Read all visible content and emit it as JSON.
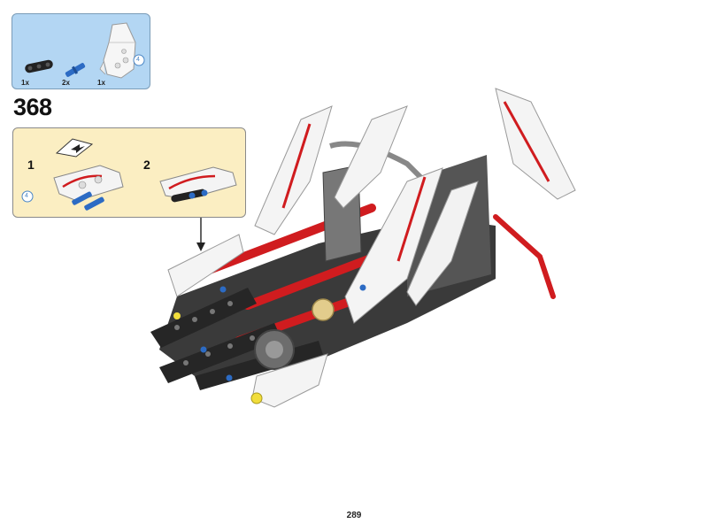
{
  "parts_list": {
    "items": [
      {
        "name": "black-beam",
        "qty": "1x"
      },
      {
        "name": "blue-pin",
        "qty": "2x"
      },
      {
        "name": "white-panel",
        "qty": "1x"
      }
    ],
    "callout_number": "4"
  },
  "step": {
    "number": "368"
  },
  "substeps": [
    {
      "label": "1",
      "callout_number": "4"
    },
    {
      "label": "2"
    }
  ],
  "colors": {
    "parts_bg": "#b3d6f3",
    "substep_bg": "#fbeec2",
    "red": "#d01c1f",
    "white_part": "#f4f4f4",
    "black_part": "#2a2a2a",
    "grey_part": "#8e8e8e",
    "blue_pin": "#2c6bc4"
  },
  "page": {
    "number": "289"
  }
}
